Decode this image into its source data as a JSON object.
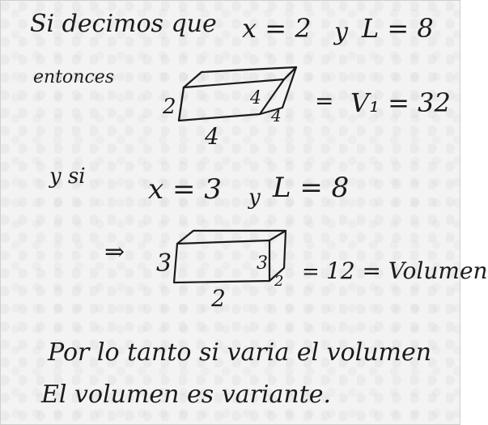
{
  "line1": {
    "si_decimos_que": "Si decimos que",
    "cond1": "x = 2",
    "y_word": "y",
    "cond2": "L = 8"
  },
  "line2": {
    "entonces": "entonces"
  },
  "box1": {
    "left_label": "2",
    "bottom_label": "4",
    "right_label": "4",
    "front_side_label": "4",
    "equals": "=",
    "result": "V₁ = 32"
  },
  "line3": {
    "y_si": "y   si",
    "cond1": "x = 3",
    "y_word": "y",
    "cond2": "L = 8"
  },
  "box2": {
    "arrow": "⇒",
    "left_label": "3",
    "inner_label": "3",
    "right_label": "2",
    "bottom_label": "2",
    "equals": "=",
    "result": "12 = Volumen"
  },
  "conclusion": {
    "line1": "Por lo tanto si varia el volumen",
    "line2": "El volumen es variante."
  }
}
